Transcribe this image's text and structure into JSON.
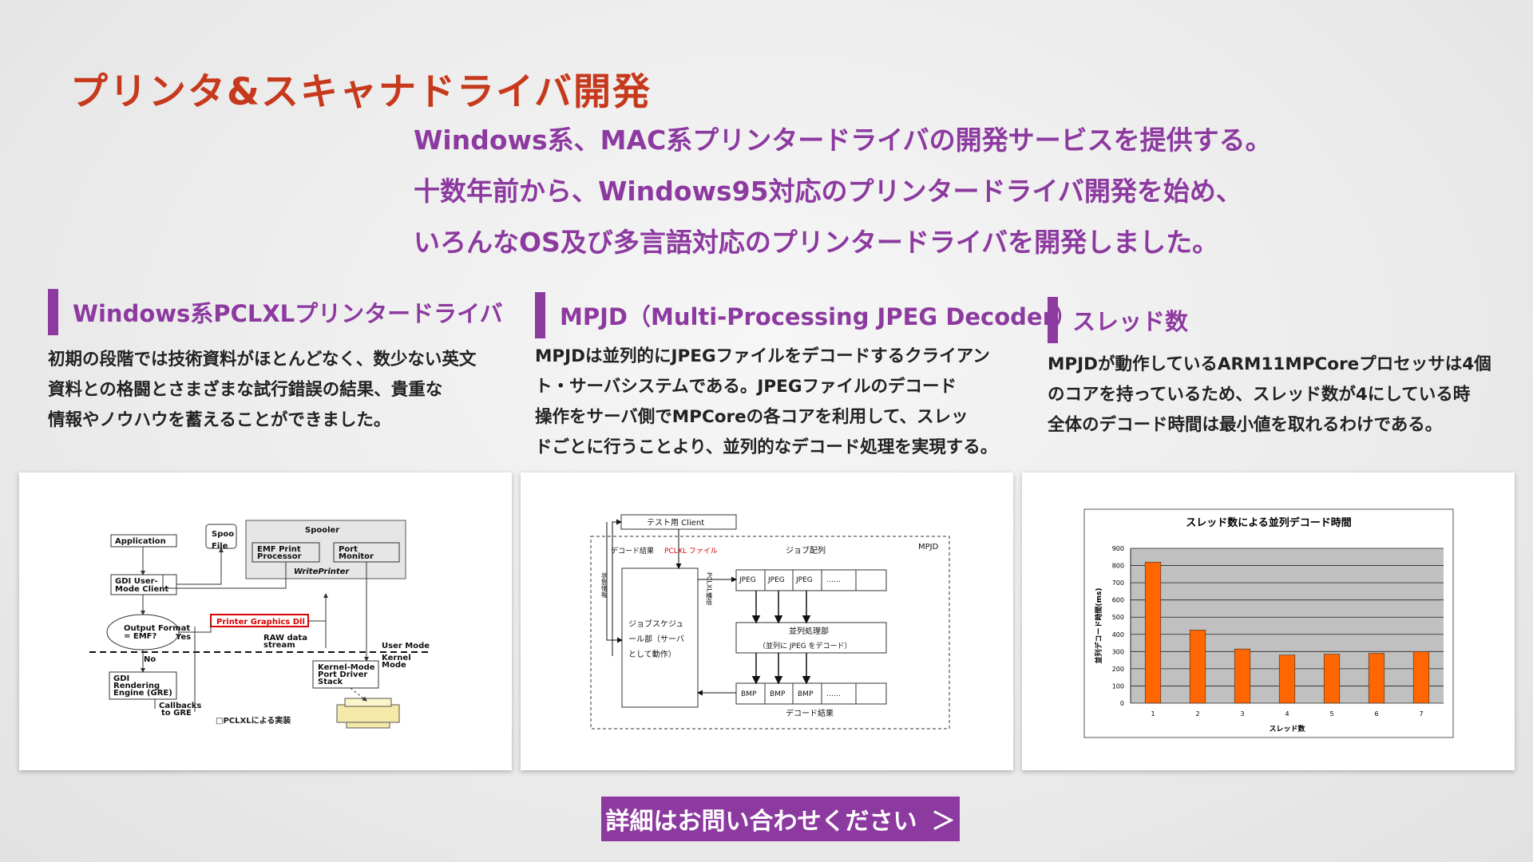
{
  "page": {
    "title": "プリンタ&スキャナドライバ開発",
    "intro": [
      "Windows系、MAC系プリンタードライバの開発サービスを提供する。",
      "十数年前から、Windows95対応のプリンタードライバ開発を始め、",
      "いろんなOS及び多言語対応のプリンタードライバを開発しました。"
    ],
    "cta_label": "詳細はお問い合わせください",
    "cta_arrow": "＞"
  },
  "sections": [
    {
      "title": "Windows系PCLXLプリンタードライバ",
      "lines": [
        "初期の段階では技術資料がほとんどなく、数少ない英文",
        "資料との格闘とさまざまな試行錯誤の結果、貴重な",
        "情報やノウハウを蓄えることができました。"
      ]
    },
    {
      "title": "MPJD（Multi-Processing JPEG Decoder）",
      "lines": [
        "MPJDは並列的にJPEGファイルをデコードするクライアン",
        "ト・サーバシステムである。JPEGファイルのデコード",
        "操作をサーバ側でMPCoreの各コアを利用して、スレッ",
        "ドごとに行うことより、並列的なデコード処理を実現する。"
      ]
    },
    {
      "title": "スレッド数",
      "lines": [
        "MPJDが動作しているARM11MPCoreプロセッサは4個",
        "のコアを持っているため、スレッド数が4にしている時",
        "全体のデコード時間は最小値を取れるわけである。"
      ]
    }
  ],
  "diagram1": {
    "application": "Application",
    "spool": "Spoo",
    "file": "File",
    "spooler": "Spooler",
    "emf_print_1": "EMF Print",
    "emf_print_2": "Processor",
    "port_1": "Port",
    "port_2": "Monitor",
    "write_printer": "WritePrinter",
    "gdi_user_1": "GDI User-",
    "gdi_user_2": "Mode Client",
    "printer_graphics_dll": "Printer Graphics Dll",
    "output_format_1": "Output Format",
    "output_format_2": "= EMF?",
    "yes": "Yes",
    "raw_1": "RAW data",
    "raw_2": "stream",
    "user_mode": "User Mode",
    "kernel_mode_1": "Kernel",
    "kernel_mode_2": "Mode",
    "no": "No",
    "km_1": "Kernel-Mode",
    "km_2": "Port Driver",
    "km_3": "Stack",
    "gre_1": "GDI",
    "gre_2": "Rendering",
    "gre_3": "Engine (GRE)",
    "callbacks_1": "Callbacks",
    "callbacks_2": "to GRE",
    "pclxl_note": "□PCLXLによる実装"
  },
  "diagram2": {
    "client": "テスト用 Client",
    "mpjd": "MPJD",
    "decode_result_top": "デコード結果",
    "pclxl_file": "PCLXL ファイル",
    "job_array": "ジョブ配列",
    "status_info": "状態情報",
    "pclxl_structure": "PCLXL構造",
    "scheduler_1": "ジョブスケジュ",
    "scheduler_2": "ール部（サーバ",
    "scheduler_3": "として動作）",
    "jpeg": [
      "JPEG",
      "JPEG",
      "JPEG",
      "……"
    ],
    "parallel_1": "並列処理部",
    "parallel_2": "（並列に JPEG をデコード）",
    "bmp": [
      "BMP",
      "BMP",
      "BMP",
      "……"
    ],
    "decode_result_bottom": "デコード結果"
  },
  "chart_data": {
    "type": "bar",
    "title": "スレッド数による並列デコード時間",
    "xlabel": "スレッド数",
    "ylabel": "並列デコード時間(ms)",
    "categories": [
      "1",
      "2",
      "3",
      "4",
      "5",
      "6",
      "7"
    ],
    "values": [
      820,
      425,
      315,
      280,
      285,
      290,
      300
    ],
    "ylim": [
      0,
      900
    ],
    "yticks": [
      0,
      100,
      200,
      300,
      400,
      500,
      600,
      700,
      800,
      900
    ],
    "bar_color": "#ff6600",
    "plot_bg": "#c0c0c0",
    "grid": true,
    "legend": "none"
  }
}
